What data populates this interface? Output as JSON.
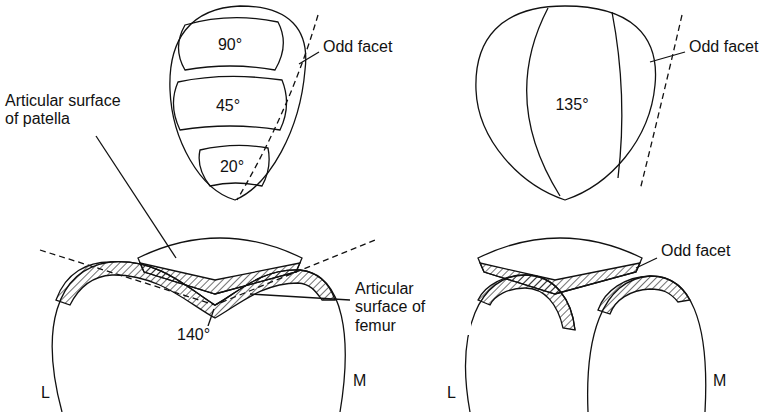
{
  "diagram": {
    "labels": [
      "90°",
      "45°",
      "20°",
      "Odd facet",
      "135°",
      "Odd facet",
      "Articular surface of patella",
      "Articular surface of femur",
      "140°",
      "Odd facet",
      "L",
      "M",
      "L",
      "M"
    ]
  }
}
